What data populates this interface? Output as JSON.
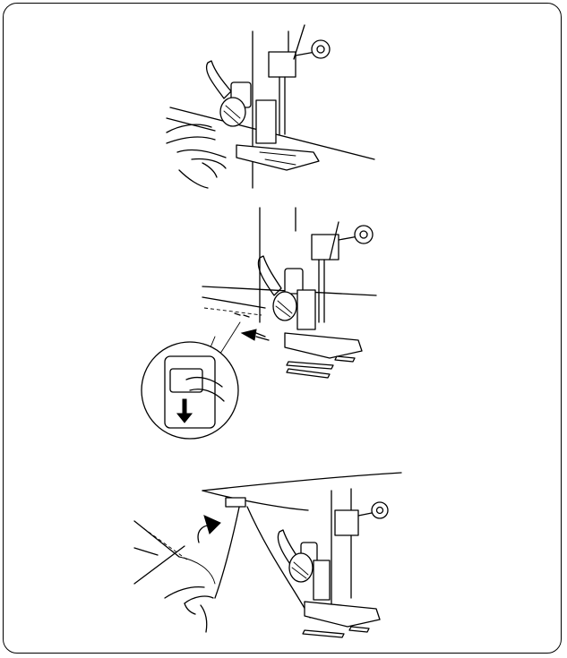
{
  "figure": {
    "panels": [
      {
        "id": "panel-1",
        "description_label": ""
      },
      {
        "id": "panel-2",
        "description_label": ""
      },
      {
        "id": "panel-3",
        "description_label": ""
      }
    ]
  },
  "colors": {
    "ink": "#000000",
    "background": "#ffffff"
  }
}
